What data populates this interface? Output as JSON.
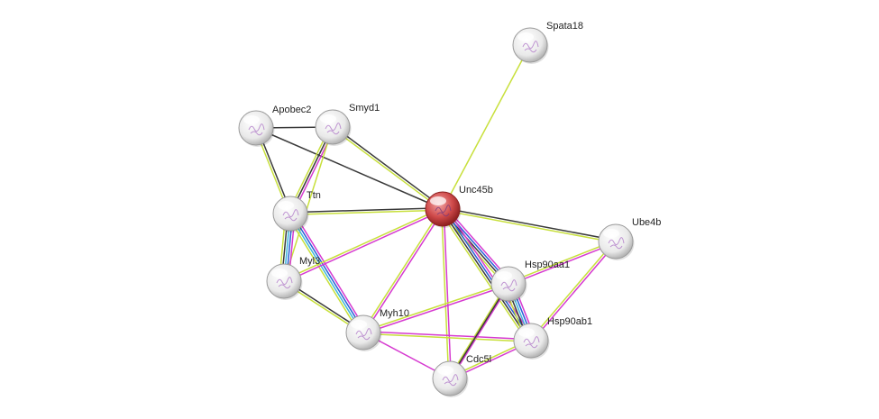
{
  "network": {
    "colors": {
      "black": "#3a3a3a",
      "yellow": "#c8e03c",
      "magenta": "#d63ad0",
      "blue": "#2a5fd8",
      "cyan": "#3fb8d8",
      "node_fill": "#f3f3f3",
      "node_stroke": "#9a9a9a",
      "query_fill": "#c23a3a",
      "query_stroke": "#8a1f1f"
    },
    "nodes": [
      {
        "id": "spata18",
        "label": "Spata18",
        "query": false
      },
      {
        "id": "apobec2",
        "label": "Apobec2",
        "query": false
      },
      {
        "id": "smyd1",
        "label": "Smyd1",
        "query": false
      },
      {
        "id": "unc45b",
        "label": "Unc45b",
        "query": true
      },
      {
        "id": "ttn",
        "label": "Ttn",
        "query": false
      },
      {
        "id": "ube4b",
        "label": "Ube4b",
        "query": false
      },
      {
        "id": "myl3",
        "label": "Myl3",
        "query": false
      },
      {
        "id": "hsp90aa1",
        "label": "Hsp90aa1",
        "query": false
      },
      {
        "id": "myh10",
        "label": "Myh10",
        "query": false
      },
      {
        "id": "hsp90ab1",
        "label": "Hsp90ab1",
        "query": false
      },
      {
        "id": "cdc5l",
        "label": "Cdc5l",
        "query": false
      }
    ],
    "edges": [
      {
        "source": "unc45b",
        "target": "spata18",
        "colors": [
          "yellow"
        ]
      },
      {
        "source": "apobec2",
        "target": "smyd1",
        "colors": [
          "black"
        ]
      },
      {
        "source": "apobec2",
        "target": "unc45b",
        "colors": [
          "black"
        ]
      },
      {
        "source": "apobec2",
        "target": "ttn",
        "colors": [
          "black",
          "yellow"
        ]
      },
      {
        "source": "smyd1",
        "target": "unc45b",
        "colors": [
          "black",
          "yellow"
        ]
      },
      {
        "source": "smyd1",
        "target": "ttn",
        "colors": [
          "magenta",
          "black",
          "yellow"
        ]
      },
      {
        "source": "smyd1",
        "target": "myl3",
        "colors": [
          "yellow"
        ]
      },
      {
        "source": "ttn",
        "target": "unc45b",
        "colors": [
          "black",
          "yellow"
        ]
      },
      {
        "source": "ttn",
        "target": "myl3",
        "colors": [
          "magenta",
          "blue",
          "cyan",
          "black",
          "yellow"
        ]
      },
      {
        "source": "ttn",
        "target": "myh10",
        "colors": [
          "magenta",
          "blue",
          "cyan",
          "yellow"
        ]
      },
      {
        "source": "unc45b",
        "target": "ube4b",
        "colors": [
          "black",
          "yellow"
        ]
      },
      {
        "source": "unc45b",
        "target": "myl3",
        "colors": [
          "magenta",
          "yellow"
        ]
      },
      {
        "source": "unc45b",
        "target": "myh10",
        "colors": [
          "magenta",
          "yellow"
        ]
      },
      {
        "source": "unc45b",
        "target": "hsp90aa1",
        "colors": [
          "magenta",
          "blue",
          "black",
          "yellow"
        ]
      },
      {
        "source": "unc45b",
        "target": "hsp90ab1",
        "colors": [
          "magenta",
          "blue",
          "black",
          "yellow"
        ]
      },
      {
        "source": "unc45b",
        "target": "cdc5l",
        "colors": [
          "magenta",
          "yellow"
        ]
      },
      {
        "source": "myl3",
        "target": "myh10",
        "colors": [
          "black",
          "yellow"
        ]
      },
      {
        "source": "ube4b",
        "target": "hsp90aa1",
        "colors": [
          "magenta",
          "yellow"
        ]
      },
      {
        "source": "ube4b",
        "target": "hsp90ab1",
        "colors": [
          "magenta",
          "yellow"
        ]
      },
      {
        "source": "hsp90aa1",
        "target": "hsp90ab1",
        "colors": [
          "magenta",
          "blue",
          "cyan",
          "black",
          "yellow"
        ]
      },
      {
        "source": "hsp90aa1",
        "target": "myh10",
        "colors": [
          "magenta",
          "yellow"
        ]
      },
      {
        "source": "hsp90aa1",
        "target": "cdc5l",
        "colors": [
          "magenta",
          "yellow"
        ]
      },
      {
        "source": "myh10",
        "target": "hsp90ab1",
        "colors": [
          "magenta",
          "yellow"
        ]
      },
      {
        "source": "myh10",
        "target": "cdc5l",
        "colors": [
          "magenta"
        ]
      },
      {
        "source": "hsp90ab1",
        "target": "cdc5l",
        "colors": [
          "magenta",
          "yellow"
        ]
      },
      {
        "source": "cdc5l",
        "target": "hsp90aa1",
        "colors": [
          "black"
        ]
      }
    ]
  }
}
